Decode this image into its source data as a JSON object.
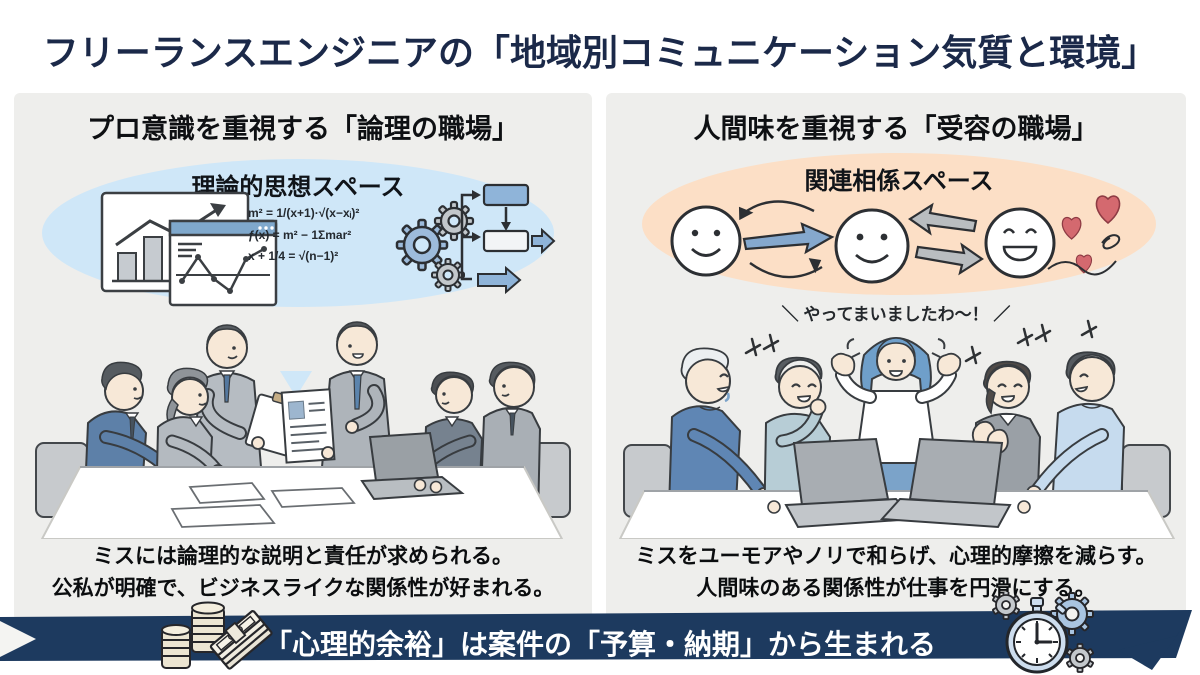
{
  "title": "フリーランスエンジニアの「地域別コミュニケーション気質と環境」",
  "left_panel": {
    "heading": "プロ意識を重視する「論理の職場」",
    "bubble": {
      "label": "理論的思想スペース",
      "formulas": [
        "m² = 1/(x+1)·√(x−xᵢ)²",
        "ƒ(x) = m² − 1Σmar²",
        "x + 1/4 = √(n−1)²"
      ]
    },
    "caption_line1": "ミスには論理的な説明と責任が求められる。",
    "caption_line2": "公私が明確で、ビジネスライクな関係性が好まれる。"
  },
  "right_panel": {
    "heading": "人間味を重視する「受容の職場」",
    "bubble": {
      "label": "関連相係スペース"
    },
    "speech": "＼ やってまいましたわ～！ ／",
    "caption_line1": "ミスをユーモアやノリで和らげ、心理的摩擦を減らす。",
    "caption_line2": "人間味のある関係性が仕事を円滑にする。"
  },
  "banner": {
    "text": "「心理的余裕」は案件の「予算・納期」から生まれる"
  },
  "icons": {
    "left_bubble": [
      "bar-chart",
      "line-chart-window",
      "gears",
      "flowchart"
    ],
    "right_bubble": [
      "smiley-faces",
      "exchange-arrows",
      "hearts"
    ],
    "banner_left": "coins-and-banknotes",
    "banner_right": "stopwatch-with-gears"
  },
  "colors": {
    "title_navy": "#1b2949",
    "banner_navy": "#1d3a5f",
    "panel_bg": "#eeeeec",
    "bubble_blue": "#cfe7f8",
    "bubble_peach": "#fcdfc6",
    "accent_blue": "#85a8cd",
    "gear_gray": "#c2c7cb",
    "heart_rose": "#d4696f"
  }
}
